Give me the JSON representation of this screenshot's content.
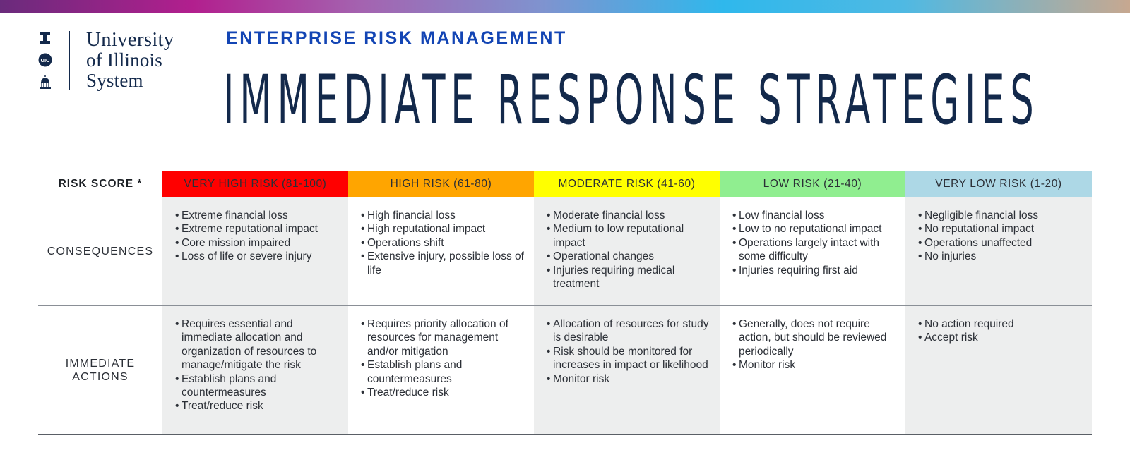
{
  "logo": {
    "line1": "University",
    "line2": "of Illinois",
    "line3": "System",
    "badge_text": "UIC",
    "colors": {
      "navy": "#13294B"
    }
  },
  "header": {
    "kicker": "ENTERPRISE RISK MANAGEMENT",
    "title": "IMMEDIATE RESPONSE STRATEGIES",
    "colors": {
      "kicker": "#1345B4",
      "title": "#13294B"
    }
  },
  "matrix": {
    "row_header": "RISK SCORE *",
    "levels": [
      {
        "label": "VERY HIGH RISK (81-100)",
        "color": "#FF0000"
      },
      {
        "label": "HIGH RISK (61-80)",
        "color": "#FFA500"
      },
      {
        "label": "MODERATE RISK (41-60)",
        "color": "#FFFF00"
      },
      {
        "label": "LOW RISK (21-40)",
        "color": "#90EE90"
      },
      {
        "label": "VERY LOW RISK (1-20)",
        "color": "#ADD8E6"
      }
    ],
    "rows": [
      {
        "label": "CONSEQUENCES",
        "cells": [
          [
            "Extreme financial loss",
            "Extreme reputational impact",
            "Core mission impaired",
            "Loss of life or severe injury"
          ],
          [
            "High financial loss",
            "High reputational impact",
            "Operations shift",
            "Extensive injury, possible loss of life"
          ],
          [
            "Moderate financial loss",
            "Medium to low reputational impact",
            "Operational changes",
            "Injuries requiring medical treatment"
          ],
          [
            "Low financial loss",
            "Low to no reputational impact",
            "Operations largely intact with some difficulty",
            "Injuries requiring first aid"
          ],
          [
            "Negligible financial loss",
            "No reputational impact",
            "Operations unaffected",
            "No injuries"
          ]
        ]
      },
      {
        "label": "IMMEDIATE ACTIONS",
        "cells": [
          [
            "Requires essential and immediate allocation and organization of resources to manage/mitigate the risk",
            "Establish plans and countermeasures",
            "Treat/reduce risk"
          ],
          [
            "Requires priority allocation of resources for management and/or mitigation",
            "Establish plans and countermeasures",
            "Treat/reduce risk"
          ],
          [
            "Allocation of resources for study is desirable",
            "Risk should be monitored for increases in impact or likelihood",
            "Monitor risk"
          ],
          [
            "Generally, does not require action, but should be reviewed periodically",
            "Monitor risk"
          ],
          [
            "No action required",
            "Accept risk"
          ]
        ]
      }
    ]
  }
}
